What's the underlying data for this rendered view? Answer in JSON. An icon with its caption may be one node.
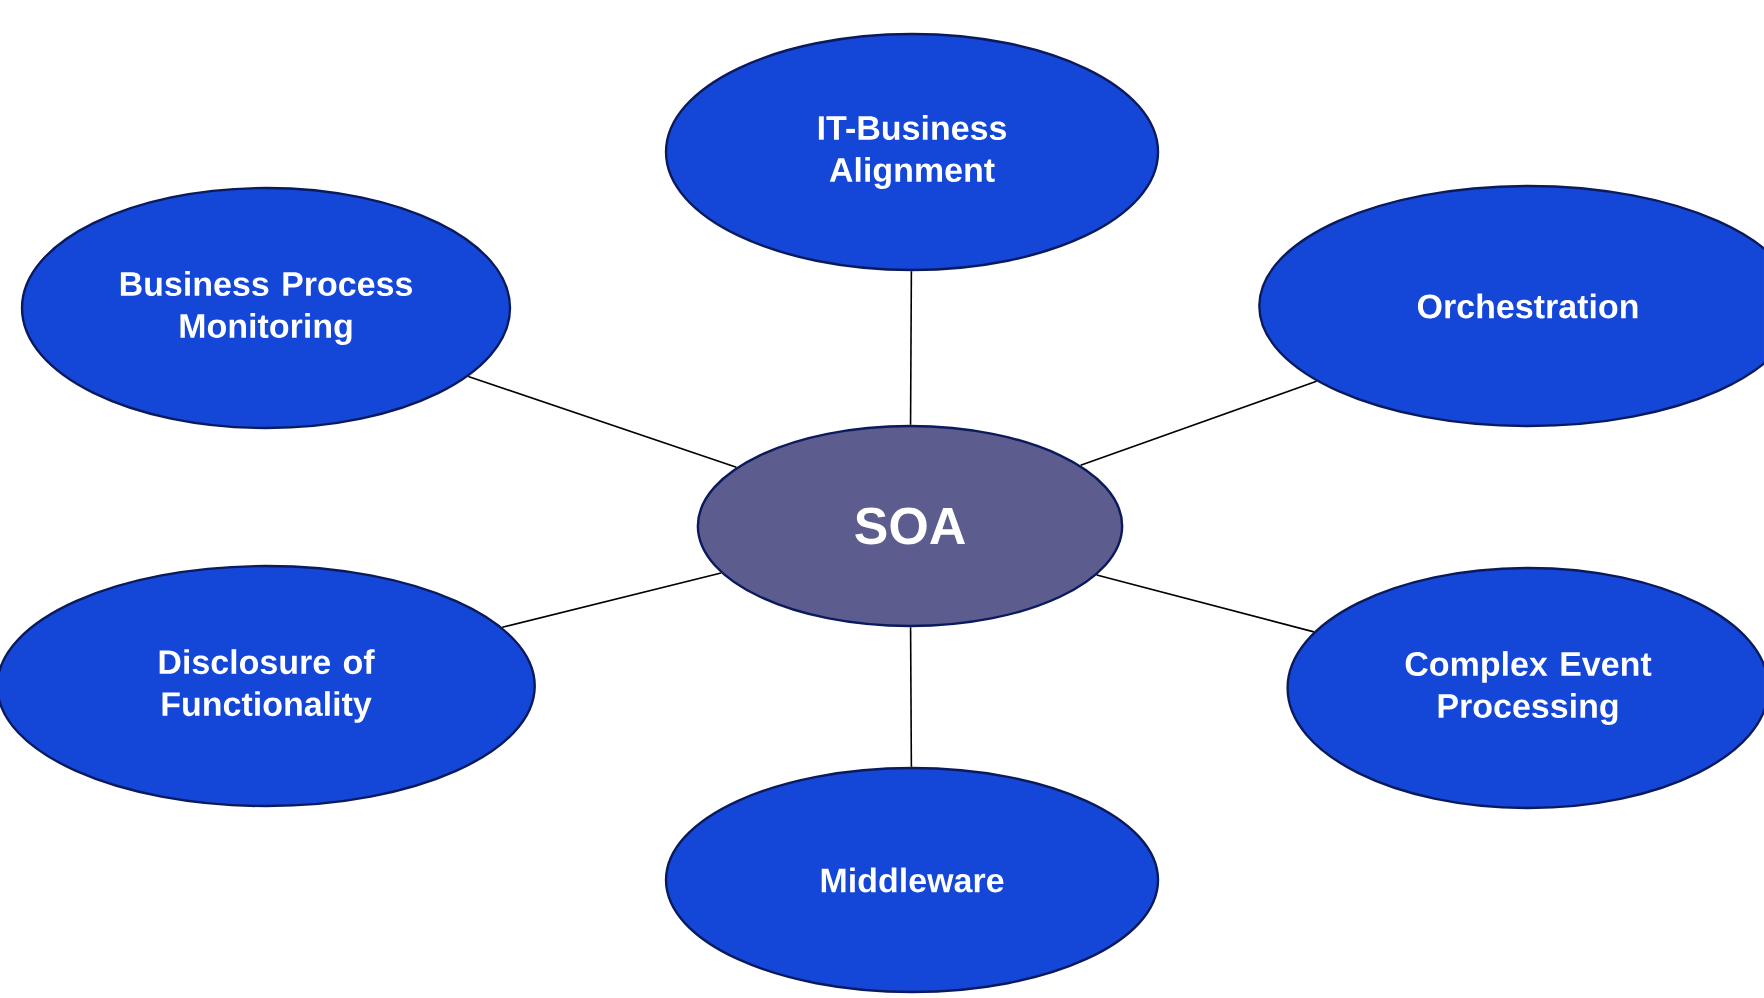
{
  "diagram": {
    "nodes": [
      {
        "text": [
          "IT-Business Alignment"
        ]
      },
      {
        "text": [
          "Business Process Monitoring"
        ]
      },
      {
        "text": [
          "Orchestration"
        ]
      },
      {
        "text": [
          "SOA"
        ]
      },
      {
        "text": [
          "Disclosure of Functionality"
        ]
      },
      {
        "text": [
          "Complex Event Processing"
        ]
      },
      {
        "text": [
          "Middleware"
        ]
      }
    ],
    "edges": [
      {
        "from": 3,
        "to": 0,
        "arrow": "none"
      },
      {
        "from": 3,
        "to": 1,
        "arrow": "none"
      },
      {
        "from": 3,
        "to": 2,
        "arrow": "none"
      },
      {
        "from": 3,
        "to": 4,
        "arrow": "none"
      },
      {
        "from": 3,
        "to": 5,
        "arrow": "none"
      },
      {
        "from": 3,
        "to": 6,
        "arrow": "none"
      }
    ]
  }
}
